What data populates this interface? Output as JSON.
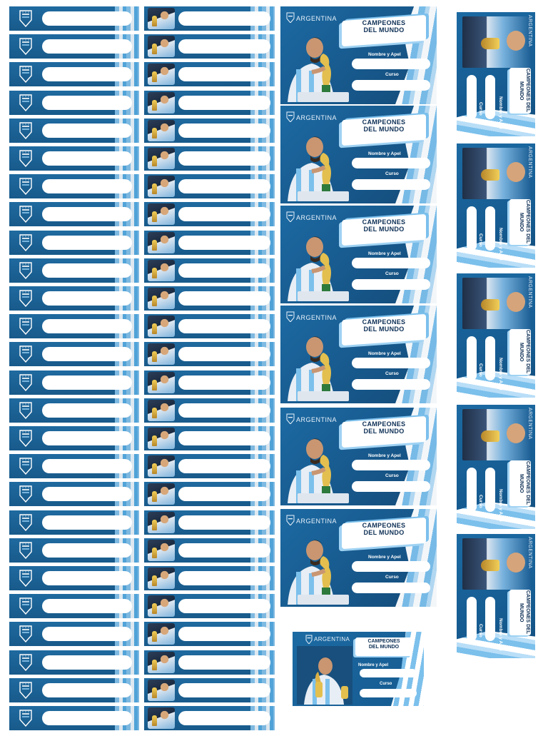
{
  "sheet": {
    "label_strips": {
      "rows": 26,
      "columns": 2
    },
    "cards": {
      "count_horizontal": 6,
      "count_vertical": 5,
      "brand": "ARGENTINA",
      "title_line1": "CAMPEONES",
      "title_line2": "DEL MUNDO",
      "name_label": "Nombre y Apel",
      "course_label": "Curso"
    },
    "mini_card": {
      "brand": "ARGENTINA",
      "title_line1": "CAMPEONES",
      "title_line2": "DEL MUNDO",
      "name_label": "Nombre y Apel",
      "course_label": "Curso"
    },
    "colors": {
      "primary_blue": "#1c6aa3",
      "sky_blue": "#7cc0ec",
      "white": "#ffffff",
      "gold": "#f2cf58"
    }
  }
}
